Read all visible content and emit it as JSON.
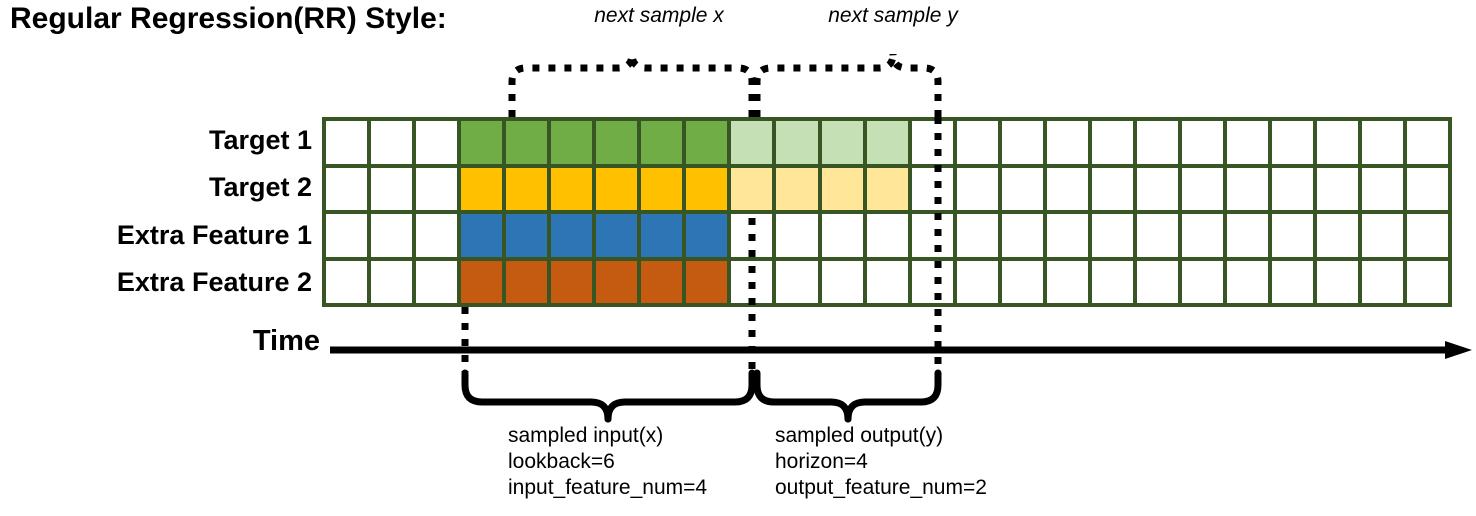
{
  "title": "Regular Regression(RR) Style:",
  "rows": [
    {
      "label": "Target 1",
      "name": "target-1"
    },
    {
      "label": "Target 2",
      "name": "target-2"
    },
    {
      "label": "Extra Feature 1",
      "name": "extra-feature-1"
    },
    {
      "label": "Extra Feature 2",
      "name": "extra-feature-2"
    }
  ],
  "axis": {
    "label": "Time"
  },
  "top_braces": [
    {
      "label": "next sample x"
    },
    {
      "label": "next sample y"
    }
  ],
  "bottom_annotations": [
    {
      "line1": "sampled input(x)",
      "line2": "lookback=6",
      "line3": "input_feature_num=4"
    },
    {
      "line1": "sampled output(y)",
      "line2": "horizon=4",
      "line3": "output_feature_num=2"
    }
  ],
  "colors": {
    "border": "#375623",
    "green": "#70AD47",
    "light_green": "#C5E0B4",
    "yellow": "#FFC000",
    "light_yellow": "#FFE699",
    "blue": "#2E75B6",
    "orange": "#C55A11",
    "line": "#000000"
  },
  "grid": {
    "total_columns": 25,
    "lead_blank_columns": 3,
    "input_columns": 6,
    "output_columns": 4,
    "trail_blank_columns": 12,
    "cells": [
      [
        "w",
        "w",
        "w",
        "green",
        "green",
        "green",
        "green",
        "green",
        "green",
        "lightgreen",
        "lightgreen",
        "lightgreen",
        "lightgreen",
        "w",
        "w",
        "w",
        "w",
        "w",
        "w",
        "w",
        "w",
        "w",
        "w",
        "w",
        "w"
      ],
      [
        "w",
        "w",
        "w",
        "yellow",
        "yellow",
        "yellow",
        "yellow",
        "yellow",
        "yellow",
        "lightyellow",
        "lightyellow",
        "lightyellow",
        "lightyellow",
        "w",
        "w",
        "w",
        "w",
        "w",
        "w",
        "w",
        "w",
        "w",
        "w",
        "w",
        "w"
      ],
      [
        "w",
        "w",
        "w",
        "blue",
        "blue",
        "blue",
        "blue",
        "blue",
        "blue",
        "w",
        "w",
        "w",
        "w",
        "w",
        "w",
        "w",
        "w",
        "w",
        "w",
        "w",
        "w",
        "w",
        "w",
        "w",
        "w"
      ],
      [
        "w",
        "w",
        "w",
        "orange",
        "orange",
        "orange",
        "orange",
        "orange",
        "orange",
        "w",
        "w",
        "w",
        "w",
        "w",
        "w",
        "w",
        "w",
        "w",
        "w",
        "w",
        "w",
        "w",
        "w",
        "w",
        "w"
      ]
    ]
  }
}
